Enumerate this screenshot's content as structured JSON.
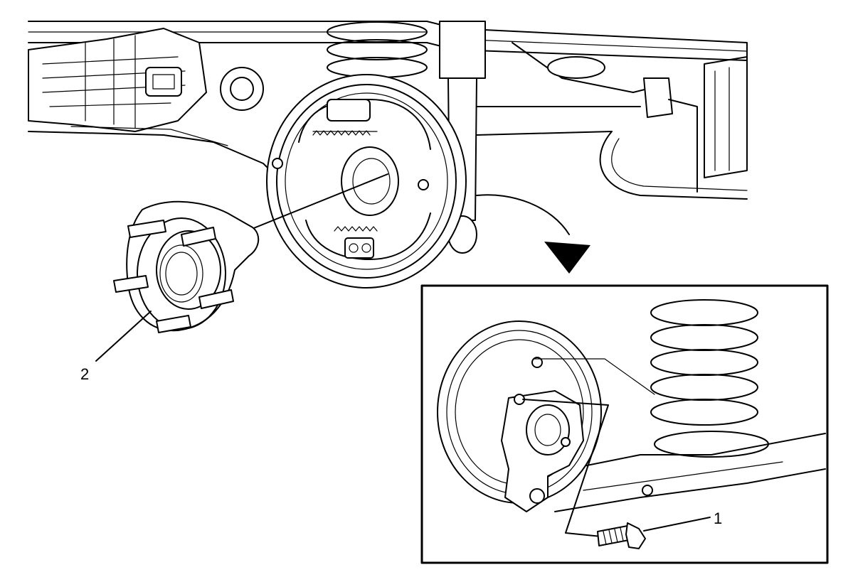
{
  "callouts": [
    {
      "id": "bolt",
      "label": "1"
    },
    {
      "id": "hub",
      "label": "2"
    }
  ]
}
